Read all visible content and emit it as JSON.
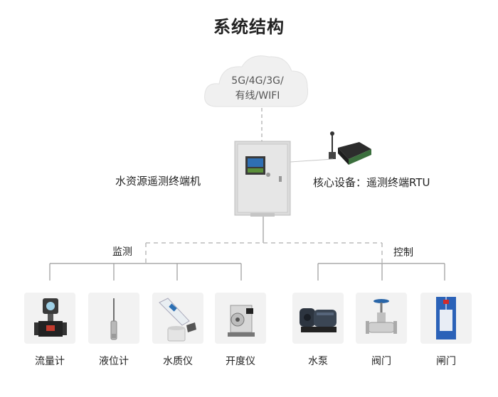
{
  "title": "系统结构",
  "cloud": {
    "line1": "5G/4G/3G/",
    "line2": "有线/WIFI"
  },
  "terminal_label": "水资源遥测终端机",
  "core_label": "核心设备：遥测终端RTU",
  "groups": {
    "monitor": "监测",
    "control": "控制"
  },
  "devices": [
    {
      "label": "流量计",
      "icon": "flowmeter-icon"
    },
    {
      "label": "液位计",
      "icon": "level-gauge-icon"
    },
    {
      "label": "水质仪",
      "icon": "water-quality-meter-icon"
    },
    {
      "label": "开度仪",
      "icon": "opening-meter-icon"
    },
    {
      "label": "水泵",
      "icon": "water-pump-icon"
    },
    {
      "label": "阀门",
      "icon": "valve-icon"
    },
    {
      "label": "闸门",
      "icon": "sluice-gate-icon"
    }
  ]
}
